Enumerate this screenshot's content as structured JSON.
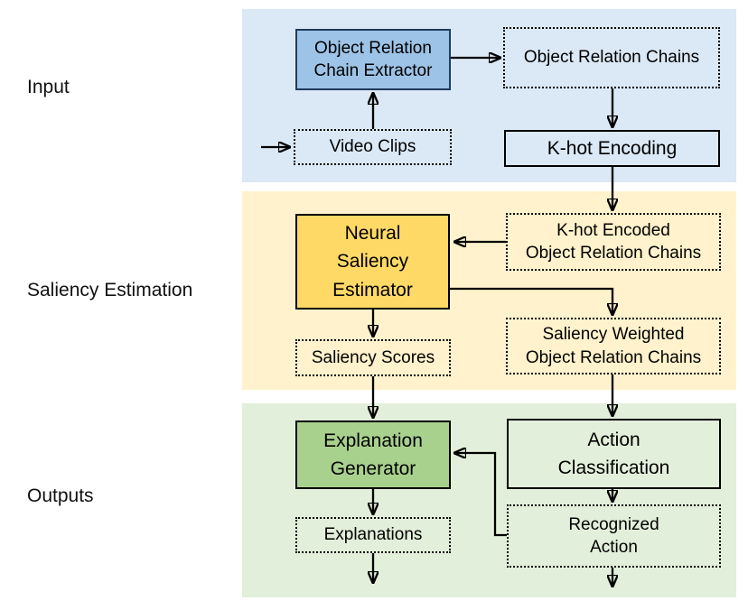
{
  "sections": [
    {
      "label": "Input"
    },
    {
      "label": "Saliency Estimation"
    },
    {
      "label": "Outputs"
    }
  ],
  "nodes": {
    "extractor": {
      "label": "Object Relation\nChain Extractor"
    },
    "object_relation_chains": {
      "label": "Object Relation Chains"
    },
    "video_clips": {
      "label": "Video Clips"
    },
    "khot_encoding": {
      "label": "K-hot Encoding"
    },
    "neural_saliency_estimator": {
      "label": "Neural\nSaliency\nEstimator"
    },
    "khot_encoded_chains": {
      "label": "K-hot Encoded\nObject Relation Chains"
    },
    "saliency_scores": {
      "label": "Saliency Scores"
    },
    "saliency_weighted_chains": {
      "label": "Saliency Weighted\nObject Relation Chains"
    },
    "explanation_generator": {
      "label": "Explanation\nGenerator"
    },
    "action_classification": {
      "label": "Action\nClassification"
    },
    "explanations": {
      "label": "Explanations"
    },
    "recognized_action": {
      "label": "Recognized\nAction"
    }
  },
  "colors": {
    "band_blue": "#dbe8f5",
    "band_yellow": "#fff2cc",
    "band_green": "#e2efda",
    "box_blue_fill": "#9dc3e6",
    "box_blue_border": "#1f3b5e",
    "box_gold_fill": "#ffd966",
    "box_green_fill": "#a9d18e",
    "line_black": "#000000"
  }
}
